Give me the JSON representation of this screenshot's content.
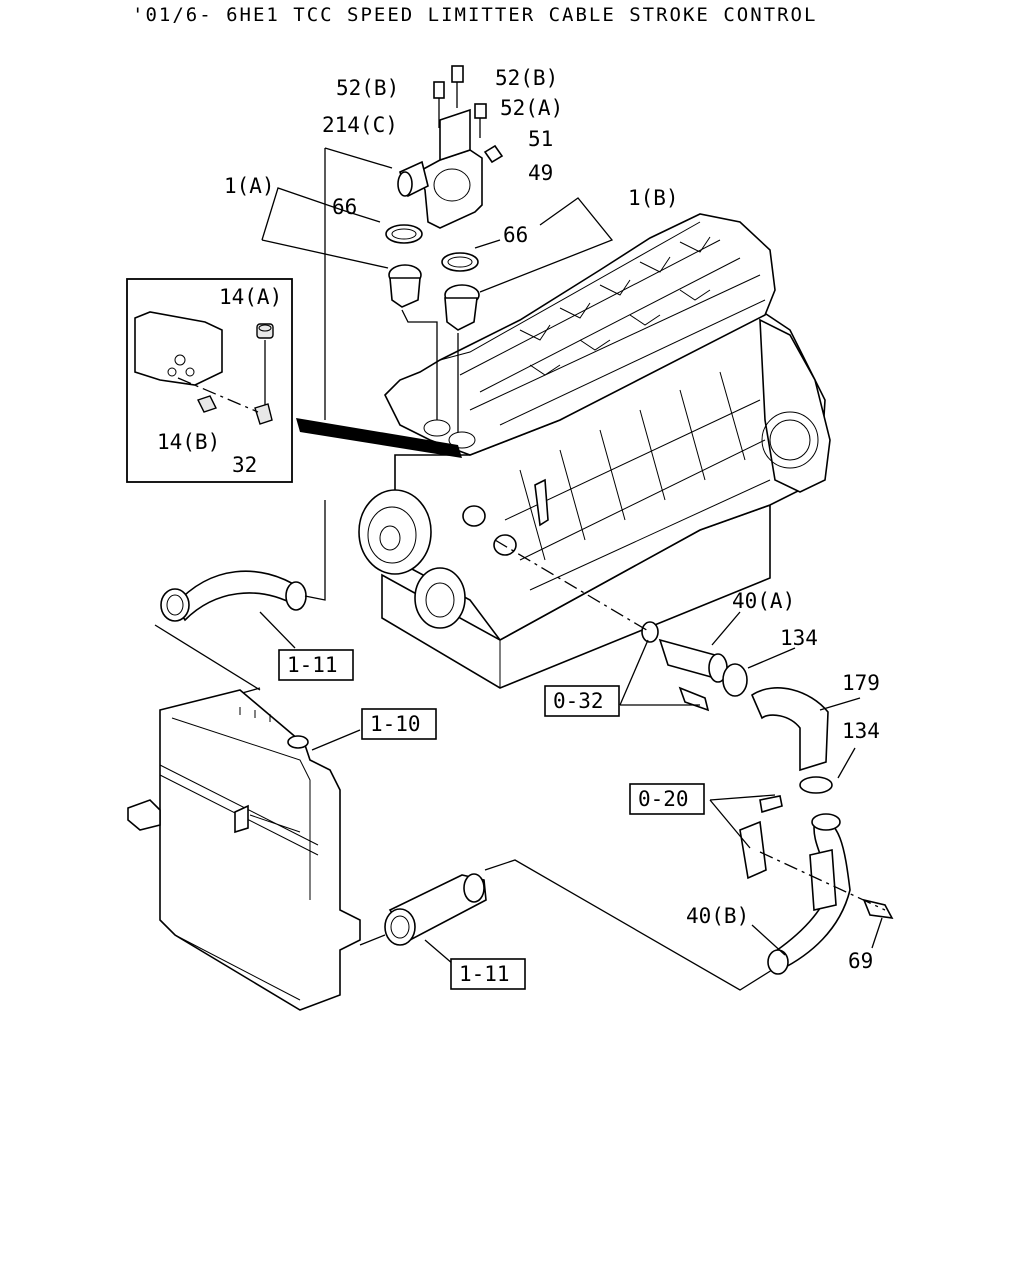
{
  "title": "'01/6- 6HE1 TCC SPEED LIMITTER CABLE STROKE CONTROL",
  "callouts": {
    "c52b_left": "52(B)",
    "c52b_right": "52(B)",
    "c52a": "52(A)",
    "c214c": "214(C)",
    "c51": "51",
    "c49": "49",
    "c1a": "1(A)",
    "c66_left": "66",
    "c1b": "1(B)",
    "c66_right": "66",
    "c14a": "14(A)",
    "c14b": "14(B)",
    "c32": "32",
    "c40a": "40(A)",
    "c134_top": "134",
    "c179": "179",
    "c134_bottom": "134",
    "c40b": "40(B)",
    "c69": "69"
  },
  "references": {
    "r1_11_top": "1-11",
    "r1_10": "1-10",
    "r0_32": "0-32",
    "r0_20": "0-20",
    "r1_11_bottom": "1-11"
  }
}
